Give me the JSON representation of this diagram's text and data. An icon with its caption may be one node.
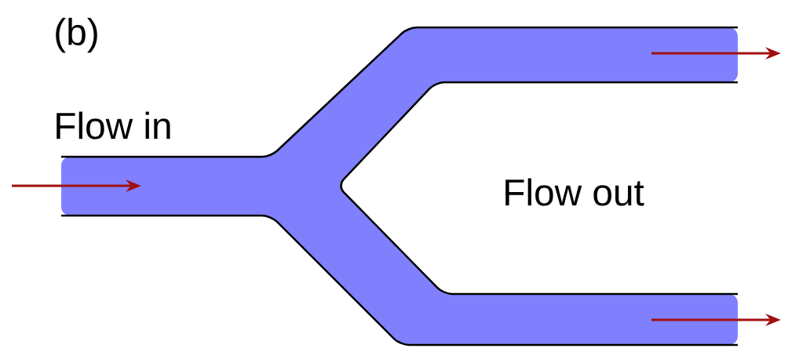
{
  "diagram": {
    "labels": [
      "(b)",
      "Flow in",
      "Flow out"
    ]
  }
}
